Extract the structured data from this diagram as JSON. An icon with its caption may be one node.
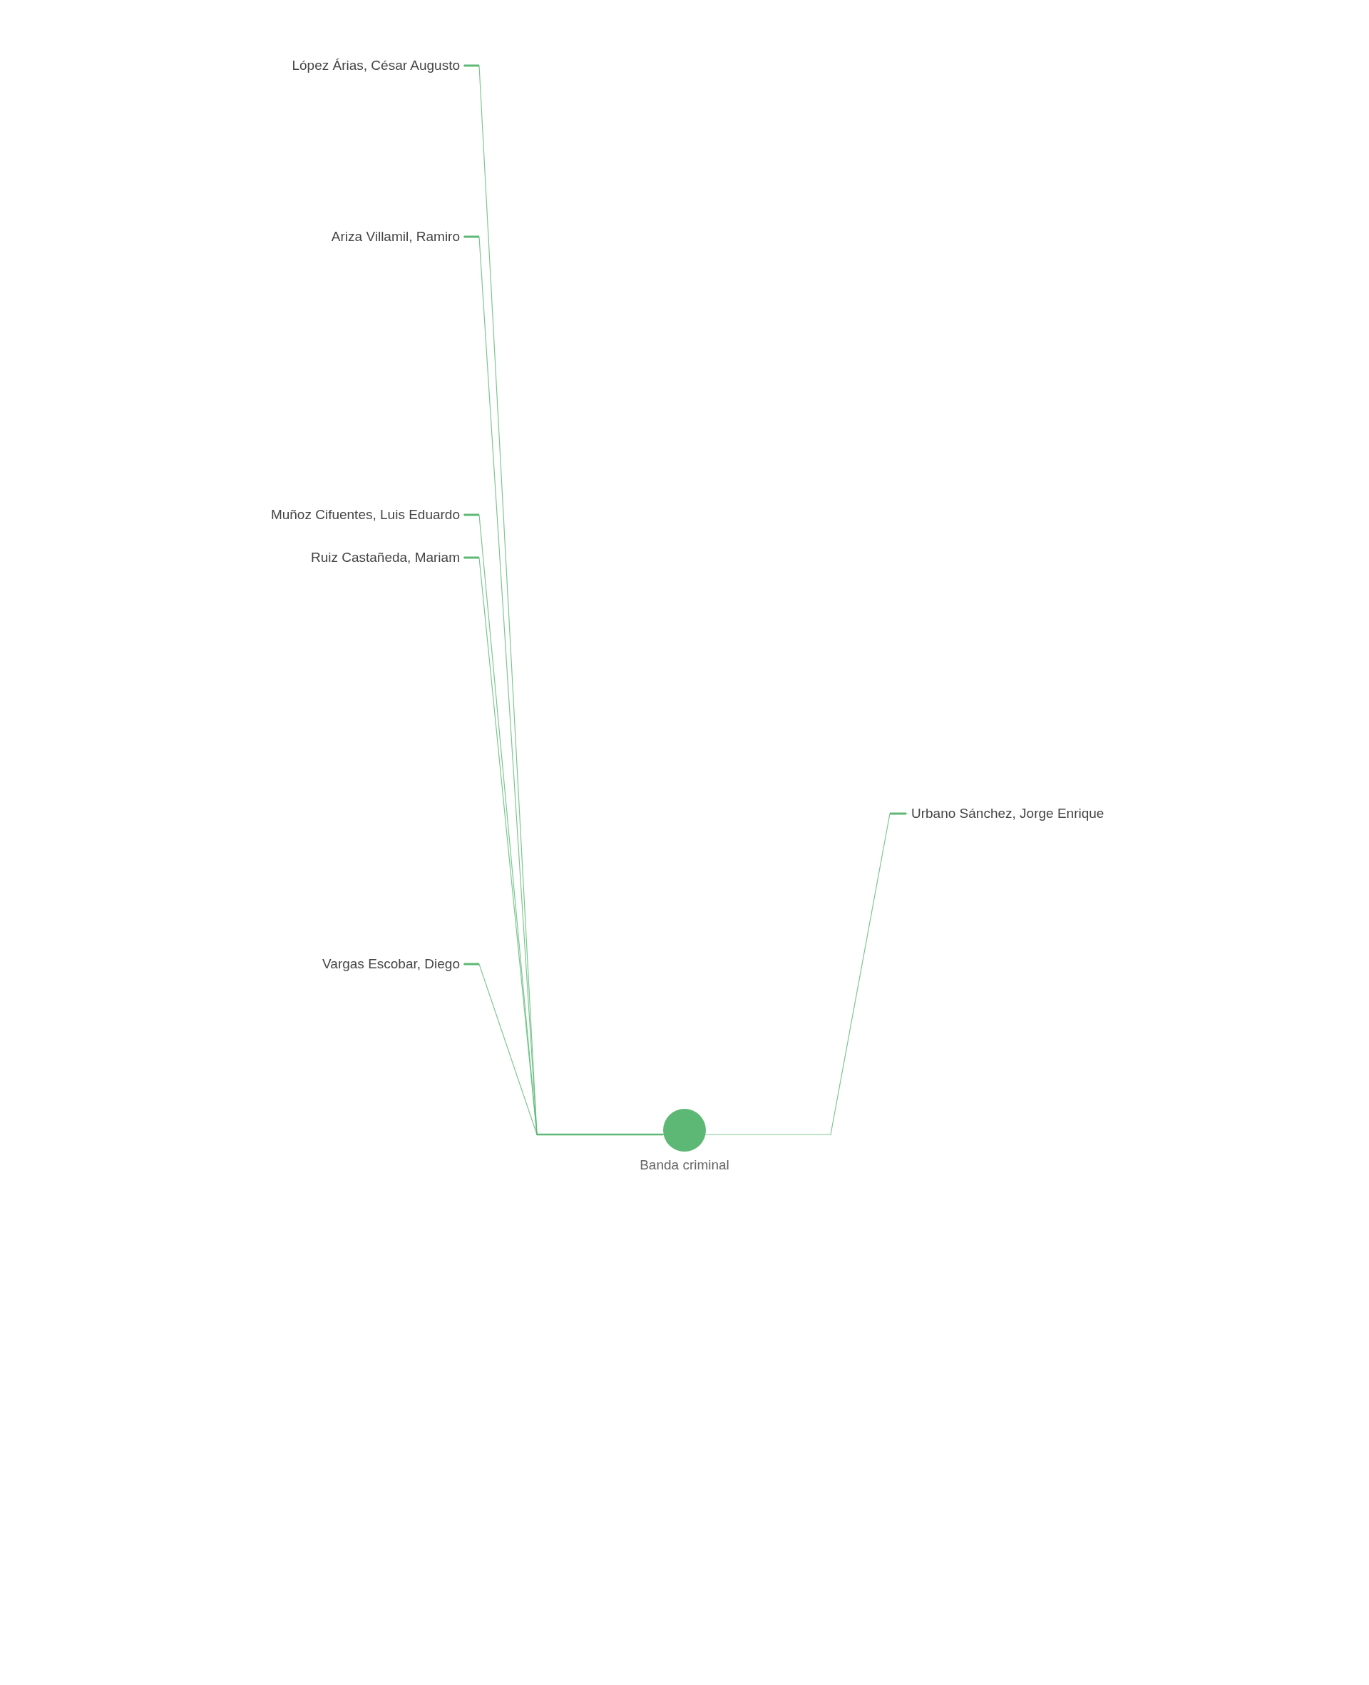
{
  "diagram": {
    "nodes": [
      {
        "text": [
          "López Árias, César Augusto"
        ]
      },
      {
        "text": [
          "Ariza Villamil, Ramiro"
        ]
      },
      {
        "text": [
          "Muñoz Cifuentes, Luis Eduardo"
        ]
      },
      {
        "text": [
          "Ruiz Castañeda, Mariam"
        ]
      },
      {
        "text": [
          "Vargas Escobar, Diego"
        ]
      },
      {
        "text": [
          "Urbano Sánchez, Jorge Enrique"
        ]
      },
      {
        "text": [
          "Banda criminal"
        ]
      }
    ],
    "edges": [
      {
        "from": 0,
        "to": 6,
        "arrow": "none"
      },
      {
        "from": 1,
        "to": 6,
        "arrow": "none"
      },
      {
        "from": 2,
        "to": 6,
        "arrow": "none"
      },
      {
        "from": 3,
        "to": 6,
        "arrow": "none"
      },
      {
        "from": 4,
        "to": 6,
        "arrow": "none"
      },
      {
        "from": 5,
        "to": 6,
        "arrow": "none"
      }
    ]
  }
}
